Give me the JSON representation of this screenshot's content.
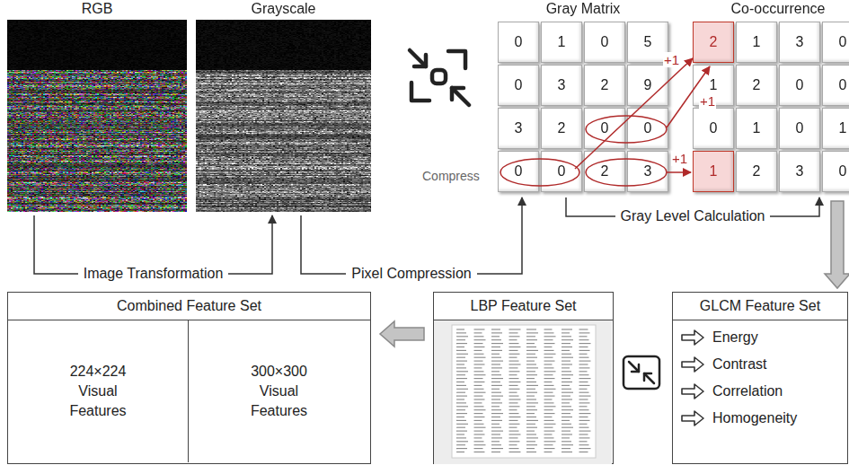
{
  "diagram": {
    "nodes": [
      {
        "text": [
          "RGB"
        ]
      },
      {
        "text": [
          "Grayscale"
        ]
      },
      {
        "text": [
          "Gray Matrix"
        ]
      },
      {
        "text": [
          "Co-occurrence"
        ]
      },
      {
        "text": [
          "Combined Feature Set"
        ]
      },
      {
        "text": [
          "224×224 Visual Features"
        ],
        "in": 4
      },
      {
        "text": [
          "300×300 Visual Features"
        ],
        "in": 4
      },
      {
        "text": [
          "LBP Feature Set"
        ]
      },
      {
        "text": [
          "GLCM Feature Set",
          "Energy",
          "Contrast",
          "Correlation",
          "Homogeneity"
        ]
      }
    ],
    "edges": [
      {
        "from": 0,
        "to": 1,
        "arrow": "to",
        "label": "Image Transformation"
      },
      {
        "from": 1,
        "to": 2,
        "arrow": "to",
        "label": "Pixel Compression"
      },
      {
        "from": 2,
        "to": 3,
        "arrow": "to",
        "label": "Gray Level Calculation"
      },
      {
        "from": 3,
        "to": 8,
        "arrow": "to"
      },
      {
        "from": 7,
        "to": 4,
        "arrow": "to"
      }
    ],
    "labels": [
      "Compress",
      "0",
      "1",
      "0",
      "5",
      "0",
      "3",
      "2",
      "9",
      "3",
      "2",
      "0",
      "0",
      "0",
      "0",
      "2",
      "3",
      "+1",
      "+1",
      "+1",
      "2",
      "1",
      "3",
      "0",
      "1",
      "2",
      "0",
      "0",
      "0",
      "1",
      "0",
      "1",
      "1",
      "2",
      "3",
      "0"
    ]
  }
}
